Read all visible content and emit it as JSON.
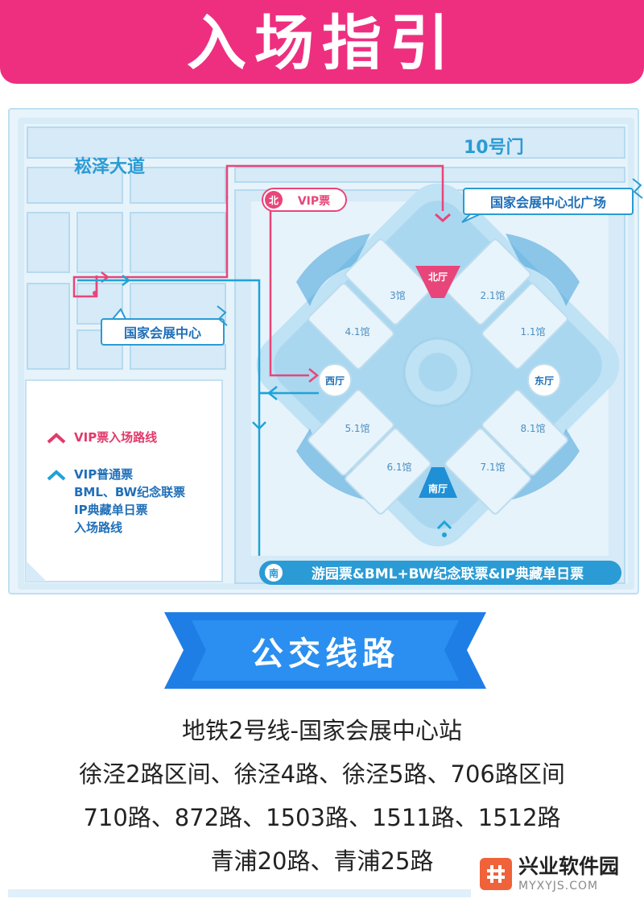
{
  "header": {
    "title": "入场指引"
  },
  "map": {
    "road_name": "崧泽大道",
    "gate": "10号门",
    "north_plaza": "国家会展中心北广场",
    "vip_marker": "北",
    "vip_label": "VIP票",
    "metro_station": "国家会展中心",
    "center_hub": "",
    "halls": {
      "north": "北厅",
      "south": "南厅",
      "west": "西厅",
      "east": "东厅",
      "h3": "3馆",
      "h2_1": "2.1馆",
      "h4_1": "4.1馆",
      "h1_1": "1.1馆",
      "h5_1": "5.1馆",
      "h8_1": "8.1馆",
      "h6_1": "6.1馆",
      "h7_1": "7.1馆"
    },
    "south_marker": "南",
    "south_entrance": "游园票&BML+BW纪念联票&IP典藏单日票"
  },
  "legend": {
    "vip_route": "VIP票入场路线",
    "standard_route": [
      "VIP普通票",
      "BML、BW纪念联票",
      "IP典藏单日票",
      "入场路线"
    ]
  },
  "bus": {
    "title": "公交线路",
    "lines": [
      "地铁2号线-国家会展中心站",
      "徐泾2路区间、徐泾4路、徐泾5路、706路区间",
      "710路、872路、1503路、1511路、1512路",
      "青浦20路、青浦25路"
    ]
  },
  "watermark": {
    "name": "兴业软件园",
    "url": "MYXYJS.COM"
  },
  "colors": {
    "pink": "#ee2f7f",
    "vip_red": "#e23a6a",
    "blue": "#1fa3d8",
    "banner_blue": "#1f7ee6",
    "map_bg": "#e8f4fb"
  }
}
